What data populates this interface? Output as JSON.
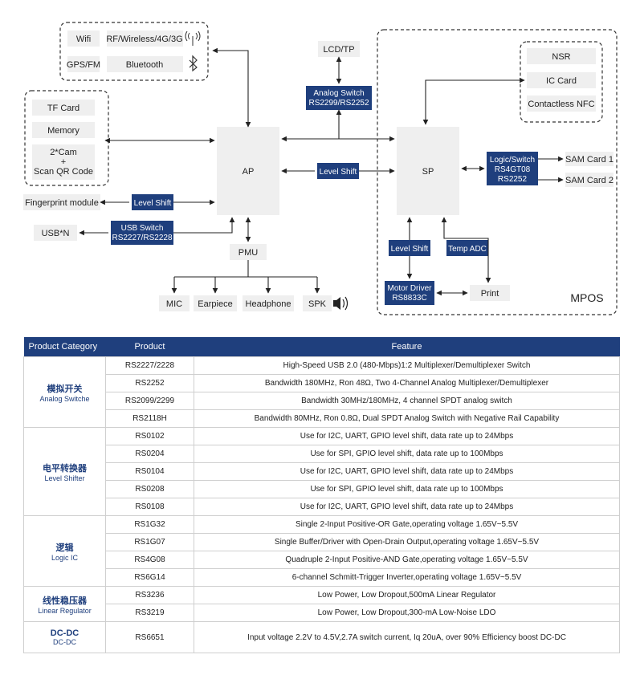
{
  "diagram": {
    "wireless": [
      "Wifi",
      "RF/Wireless/4G/3G",
      "GPS/FM",
      "Bluetooth"
    ],
    "storage": [
      "TF Card",
      "Memory",
      "2*Cam",
      "+",
      "Scan QR Code"
    ],
    "lcd": "LCD/TP",
    "analog_switch": [
      "Analog Switch",
      "RS2299/RS2252"
    ],
    "ap": "AP",
    "sp": "SP",
    "level_shift": "Level Shift",
    "fingerprint": "Fingerprint module",
    "usbn": "USB*N",
    "usb_switch": [
      "USB Switch",
      "RS2227/RS2228"
    ],
    "pmu": "PMU",
    "audio": [
      "MIC",
      "Earpiece",
      "Headphone",
      "SPK"
    ],
    "cards": [
      "NSR",
      "IC Card",
      "Contactless NFC"
    ],
    "logic_switch": [
      "Logic/Switch",
      "RS4GT08",
      "RS2252"
    ],
    "sam": [
      "SAM Card 1",
      "SAM Card 2"
    ],
    "temp_adc": "Temp ADC",
    "motor_driver": [
      "Motor Driver",
      "RS8833C"
    ],
    "print": "Print",
    "mpos": "MPOS"
  },
  "table": {
    "headers": [
      "Product Category",
      "Product",
      "Feature"
    ],
    "categories": [
      {
        "cn": "模拟开关",
        "en": "Analog Switche",
        "rows": [
          [
            "RS2227/2228",
            "High-Speed USB 2.0 (480-Mbps)1:2 Multiplexer/Demultiplexer Switch"
          ],
          [
            "RS2252",
            "Bandwidth 180MHz, Ron 48Ω, Two 4-Channel Analog Multiplexer/Demultiplexer"
          ],
          [
            "RS2099/2299",
            "Bandwidth 30MHz/180MHz, 4 channel SPDT analog switch"
          ],
          [
            "RS2118H",
            "Bandwidth 80MHz, Ron 0.8Ω,  Dual SPDT Analog Switch with Negative Rail Capability"
          ]
        ]
      },
      {
        "cn": "电平转换器",
        "en": "Level Shifter",
        "rows": [
          [
            "RS0102",
            "Use for I2C, UART, GPIO level shift, data rate up to 24Mbps"
          ],
          [
            "RS0204",
            "Use for SPI, GPIO level shift, data rate up to 100Mbps"
          ],
          [
            "RS0104",
            "Use for I2C, UART, GPIO level shift, data rate up to 24Mbps"
          ],
          [
            "RS0208",
            "Use for SPI, GPIO level shift, data rate up to 100Mbps"
          ],
          [
            "RS0108",
            "Use for I2C, UART, GPIO level shift, data rate up to 24Mbps"
          ]
        ]
      },
      {
        "cn": "逻辑",
        "en": "Logic IC",
        "rows": [
          [
            "RS1G32",
            "Single 2-Input Positive-OR Gate,operating voltage 1.65V~5.5V"
          ],
          [
            "RS1G07",
            "Single Buffer/Driver with Open-Drain Output,operating voltage 1.65V~5.5V"
          ],
          [
            "RS4G08",
            "Quadruple 2-Input Positive-AND Gate,operating voltage 1.65V~5.5V"
          ],
          [
            "RS6G14",
            "6-channel Schmitt-Trigger Inverter,operating voltage 1.65V~5.5V"
          ]
        ]
      },
      {
        "cn": "线性稳压器",
        "en": "Linear Regulator",
        "rows": [
          [
            "RS3236",
            "Low Power, Low Dropout,500mA Linear Regulator"
          ],
          [
            "RS3219",
            "Low Power, Low Dropout,300-mA Low-Noise LDO"
          ]
        ]
      },
      {
        "cn": "DC-DC",
        "en": "DC-DC",
        "rows": [
          [
            "RS6651",
            "Input voltage 2.2V to 4.5V,2.7A switch current,  Iq 20uA,  over 90% Efficiency boost DC-DC"
          ]
        ]
      }
    ]
  }
}
